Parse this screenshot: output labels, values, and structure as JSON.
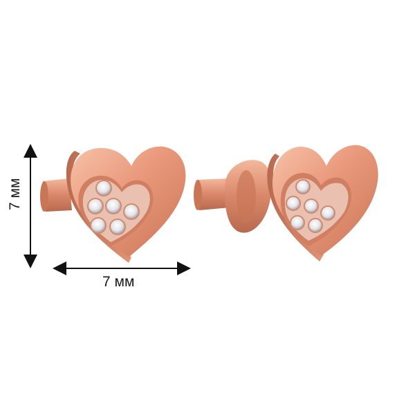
{
  "dimensions": {
    "height_label": "7 мм",
    "width_label": "7 мм"
  },
  "product": {
    "name": "heart-stud-earrings",
    "metal_color": "#E9977A",
    "metal_dark": "#B86A4E",
    "metal_light": "#F7C2A8",
    "stone_count_per_earring": 6
  }
}
